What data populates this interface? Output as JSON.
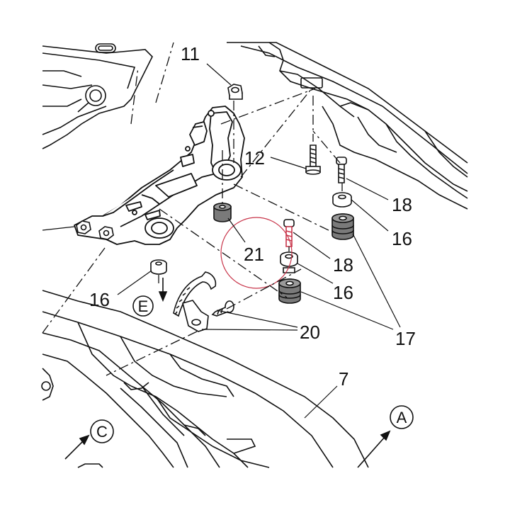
{
  "callouts": {
    "c11": "11",
    "c12": "12",
    "c18a": "18",
    "c16a": "16",
    "c21": "21",
    "c18b": "18",
    "c16b": "16",
    "c16c": "16",
    "c17": "17",
    "c20": "20",
    "c7": "7"
  },
  "view_markers": {
    "e": "E",
    "c": "C",
    "a": "A"
  },
  "colors": {
    "ink": "#111111",
    "rubber": "#7a7a7a",
    "highlight": "#c8354a"
  }
}
